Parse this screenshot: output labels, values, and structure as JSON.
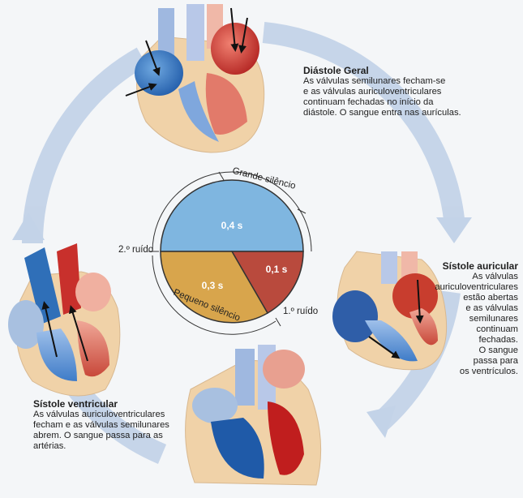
{
  "diagram": {
    "cycle": {
      "arrow_color": "#c3d3e8"
    },
    "pie": {
      "segments": [
        {
          "label": "0,4 s",
          "color": "#7fb6e0"
        },
        {
          "label": "0,1 s",
          "color": "#b94a3d"
        },
        {
          "label": "0,3 s",
          "color": "#d8a54c"
        }
      ],
      "labels": {
        "grande_silencio": "Grande silêncio",
        "pequeno_silencio": "Pequeno silêncio",
        "primeiro_ruido": "1.º ruído",
        "segundo_ruido": "2.º ruído"
      }
    },
    "phases": {
      "diastole": {
        "title": "Diástole Geral",
        "text": "As válvulas semilunares fecham-se\ne as válvulas auriculoventriculares\ncontinuam fechadas no início da\ndiástole. O sangue entra nas aurículas."
      },
      "sistole_auricular": {
        "title": "Sístole auricular",
        "text": "As válvulas\nauriculoventriculares\nestão abertas\ne as válvulas\nsemilunares\ncontinuam\nfechadas.\nO sangue\npassa para\nos ventrículos."
      },
      "sistole_ventricular": {
        "title": "Sístole ventricular",
        "text": "As válvulas auriculoventriculares\nfecham e as válvulas semilunares\nabrem. O sangue passa para as\nartérias."
      }
    },
    "colors": {
      "blood_venous": "#2f6fb8",
      "blood_arterial": "#c8302c",
      "heart_tissue": "#f0d2a8"
    }
  }
}
